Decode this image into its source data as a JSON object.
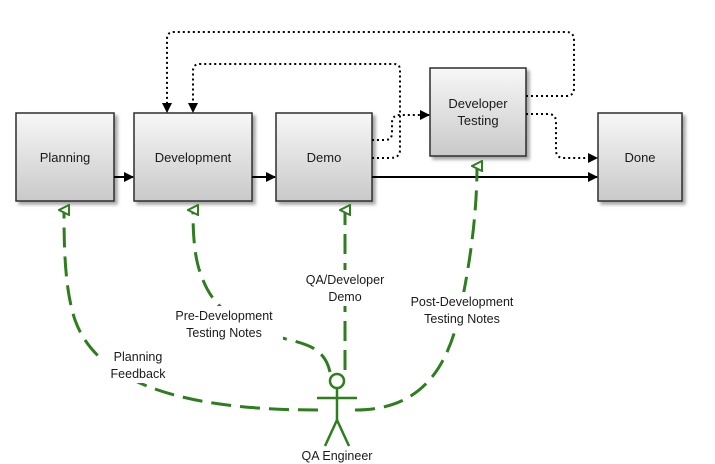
{
  "diagram": {
    "nodes": {
      "planning": "Planning",
      "development": "Development",
      "demo": "Demo",
      "developer_testing": [
        "Developer",
        "Testing"
      ],
      "done": "Done"
    },
    "actor": {
      "name": "QA Engineer"
    },
    "edge_labels": {
      "qa_demo": [
        "QA/Developer",
        "Demo"
      ],
      "pre_dev": [
        "Pre-Development",
        "Testing Notes"
      ],
      "post_dev": [
        "Post-Development",
        "Testing Notes"
      ],
      "planning_feedback": [
        "Planning",
        "Feedback"
      ]
    },
    "colors": {
      "box_fill_top": "#f7f7f7",
      "box_fill_bottom": "#c9c9c9",
      "box_border": "#2e2e2e",
      "flow_line": "#000000",
      "qa_line": "#2e7d1e"
    }
  }
}
